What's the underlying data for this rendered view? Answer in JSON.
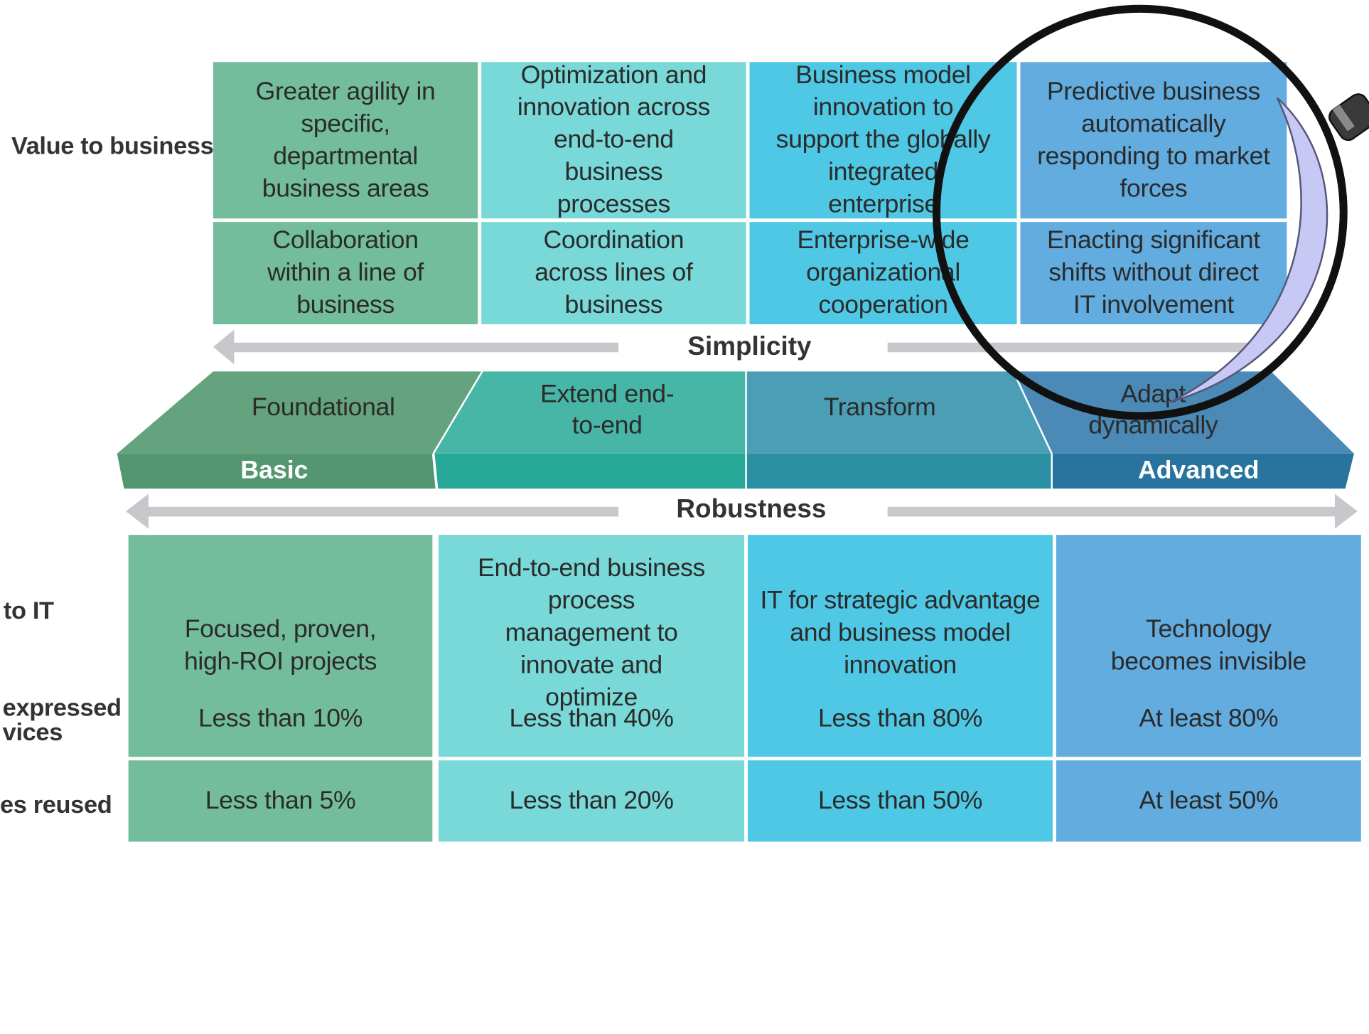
{
  "top_rows": {
    "value_label": "Value to business",
    "value": [
      "Greater agility in specific, departmental business areas",
      "Optimization and innovation across end-to-end business processes",
      "Business model innovation to support the globally integrated enterprise",
      "Predictive business automatically responding to market forces"
    ],
    "collab": [
      "Collaboration within a line of business",
      "Coordination across lines of business",
      "Enterprise-wide organizational cooperation",
      "Enacting significant shifts without direct IT involvement"
    ]
  },
  "axes": {
    "simplicity": "Simplicity",
    "robustness": "Robustness"
  },
  "stages": [
    "Foundational",
    "Extend end-to-end",
    "Transform",
    "Adapt dynamically"
  ],
  "levels": {
    "basic": "Basic",
    "advanced": "Advanced"
  },
  "bottom_rows": {
    "it_label": "to IT",
    "expressed_label_1": "expressed",
    "expressed_label_2": "vices",
    "reused_label": "es reused",
    "it": [
      "Focused, proven, high-ROI projects",
      "End-to-end business process management to innovate and optimize",
      "IT for strategic advantage and business model innovation",
      "Technology becomes invisible"
    ],
    "expressed": [
      "Less than 10%",
      "Less than 40%",
      "Less than 80%",
      "At least 80%"
    ],
    "reused": [
      "Less than 5%",
      "Less than 20%",
      "Less than 50%",
      "At least 50%"
    ]
  },
  "colors": {
    "col1": "#73bd9d",
    "col2": "#78d9d8",
    "col3": "#4ec8e5",
    "col4": "#62ace0",
    "band1": "#54966f",
    "band2": "#28a997",
    "band3": "#2b8fa3",
    "band4": "#28749f",
    "arrow": "#c8c8cc",
    "lens_rim": "#111111",
    "lens_glare": "#c8c8f5"
  }
}
